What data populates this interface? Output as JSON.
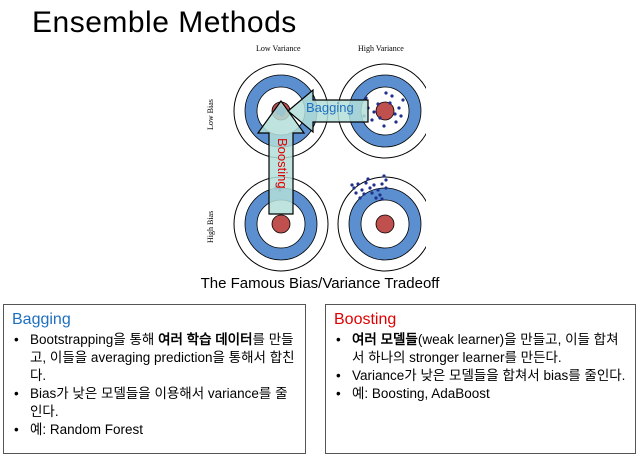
{
  "title": "Ensemble Methods",
  "figure": {
    "col_labels": [
      "Low Variance",
      "High Variance"
    ],
    "row_labels": [
      "Low Bias",
      "High Bias"
    ],
    "arrow_bagging": "Bagging",
    "arrow_boosting": "Boosting",
    "colors": {
      "ring_blue": "#5B8FCF",
      "bullseye_red": "#C0504D",
      "dot_blue": "#1F2F8C",
      "arrow_fill": "#B4DFD9",
      "bagging_text": "#1F6FC0",
      "boosting_text": "#E00000"
    }
  },
  "caption": "The Famous Bias/Variance Tradeoff",
  "bagging": {
    "heading": "Bagging",
    "heading_color": "#1F6FC0",
    "items": [
      {
        "pre": "Bootstrapping을 통해 ",
        "bold": "여러 학습 데이터",
        "post": "를 만들고, 이들을 averaging prediction을 통해서 합친다."
      },
      {
        "pre": "Bias가 낮은 모델들을 이용해서 variance를 줄인다.",
        "bold": "",
        "post": ""
      },
      {
        "pre": "예: Random Forest",
        "bold": "",
        "post": ""
      }
    ]
  },
  "boosting": {
    "heading": "Boosting",
    "heading_color": "#E00000",
    "items": [
      {
        "pre": "",
        "bold": "여러 모델들",
        "post": "(weak learner)을 만들고, 이들 합쳐서 하나의 stronger learner를 만든다."
      },
      {
        "pre": "Variance가 낮은 모델들을 합쳐서 bias를 줄인다.",
        "bold": "",
        "post": ""
      },
      {
        "pre": "예: Boosting, AdaBoost",
        "bold": "",
        "post": ""
      }
    ]
  }
}
